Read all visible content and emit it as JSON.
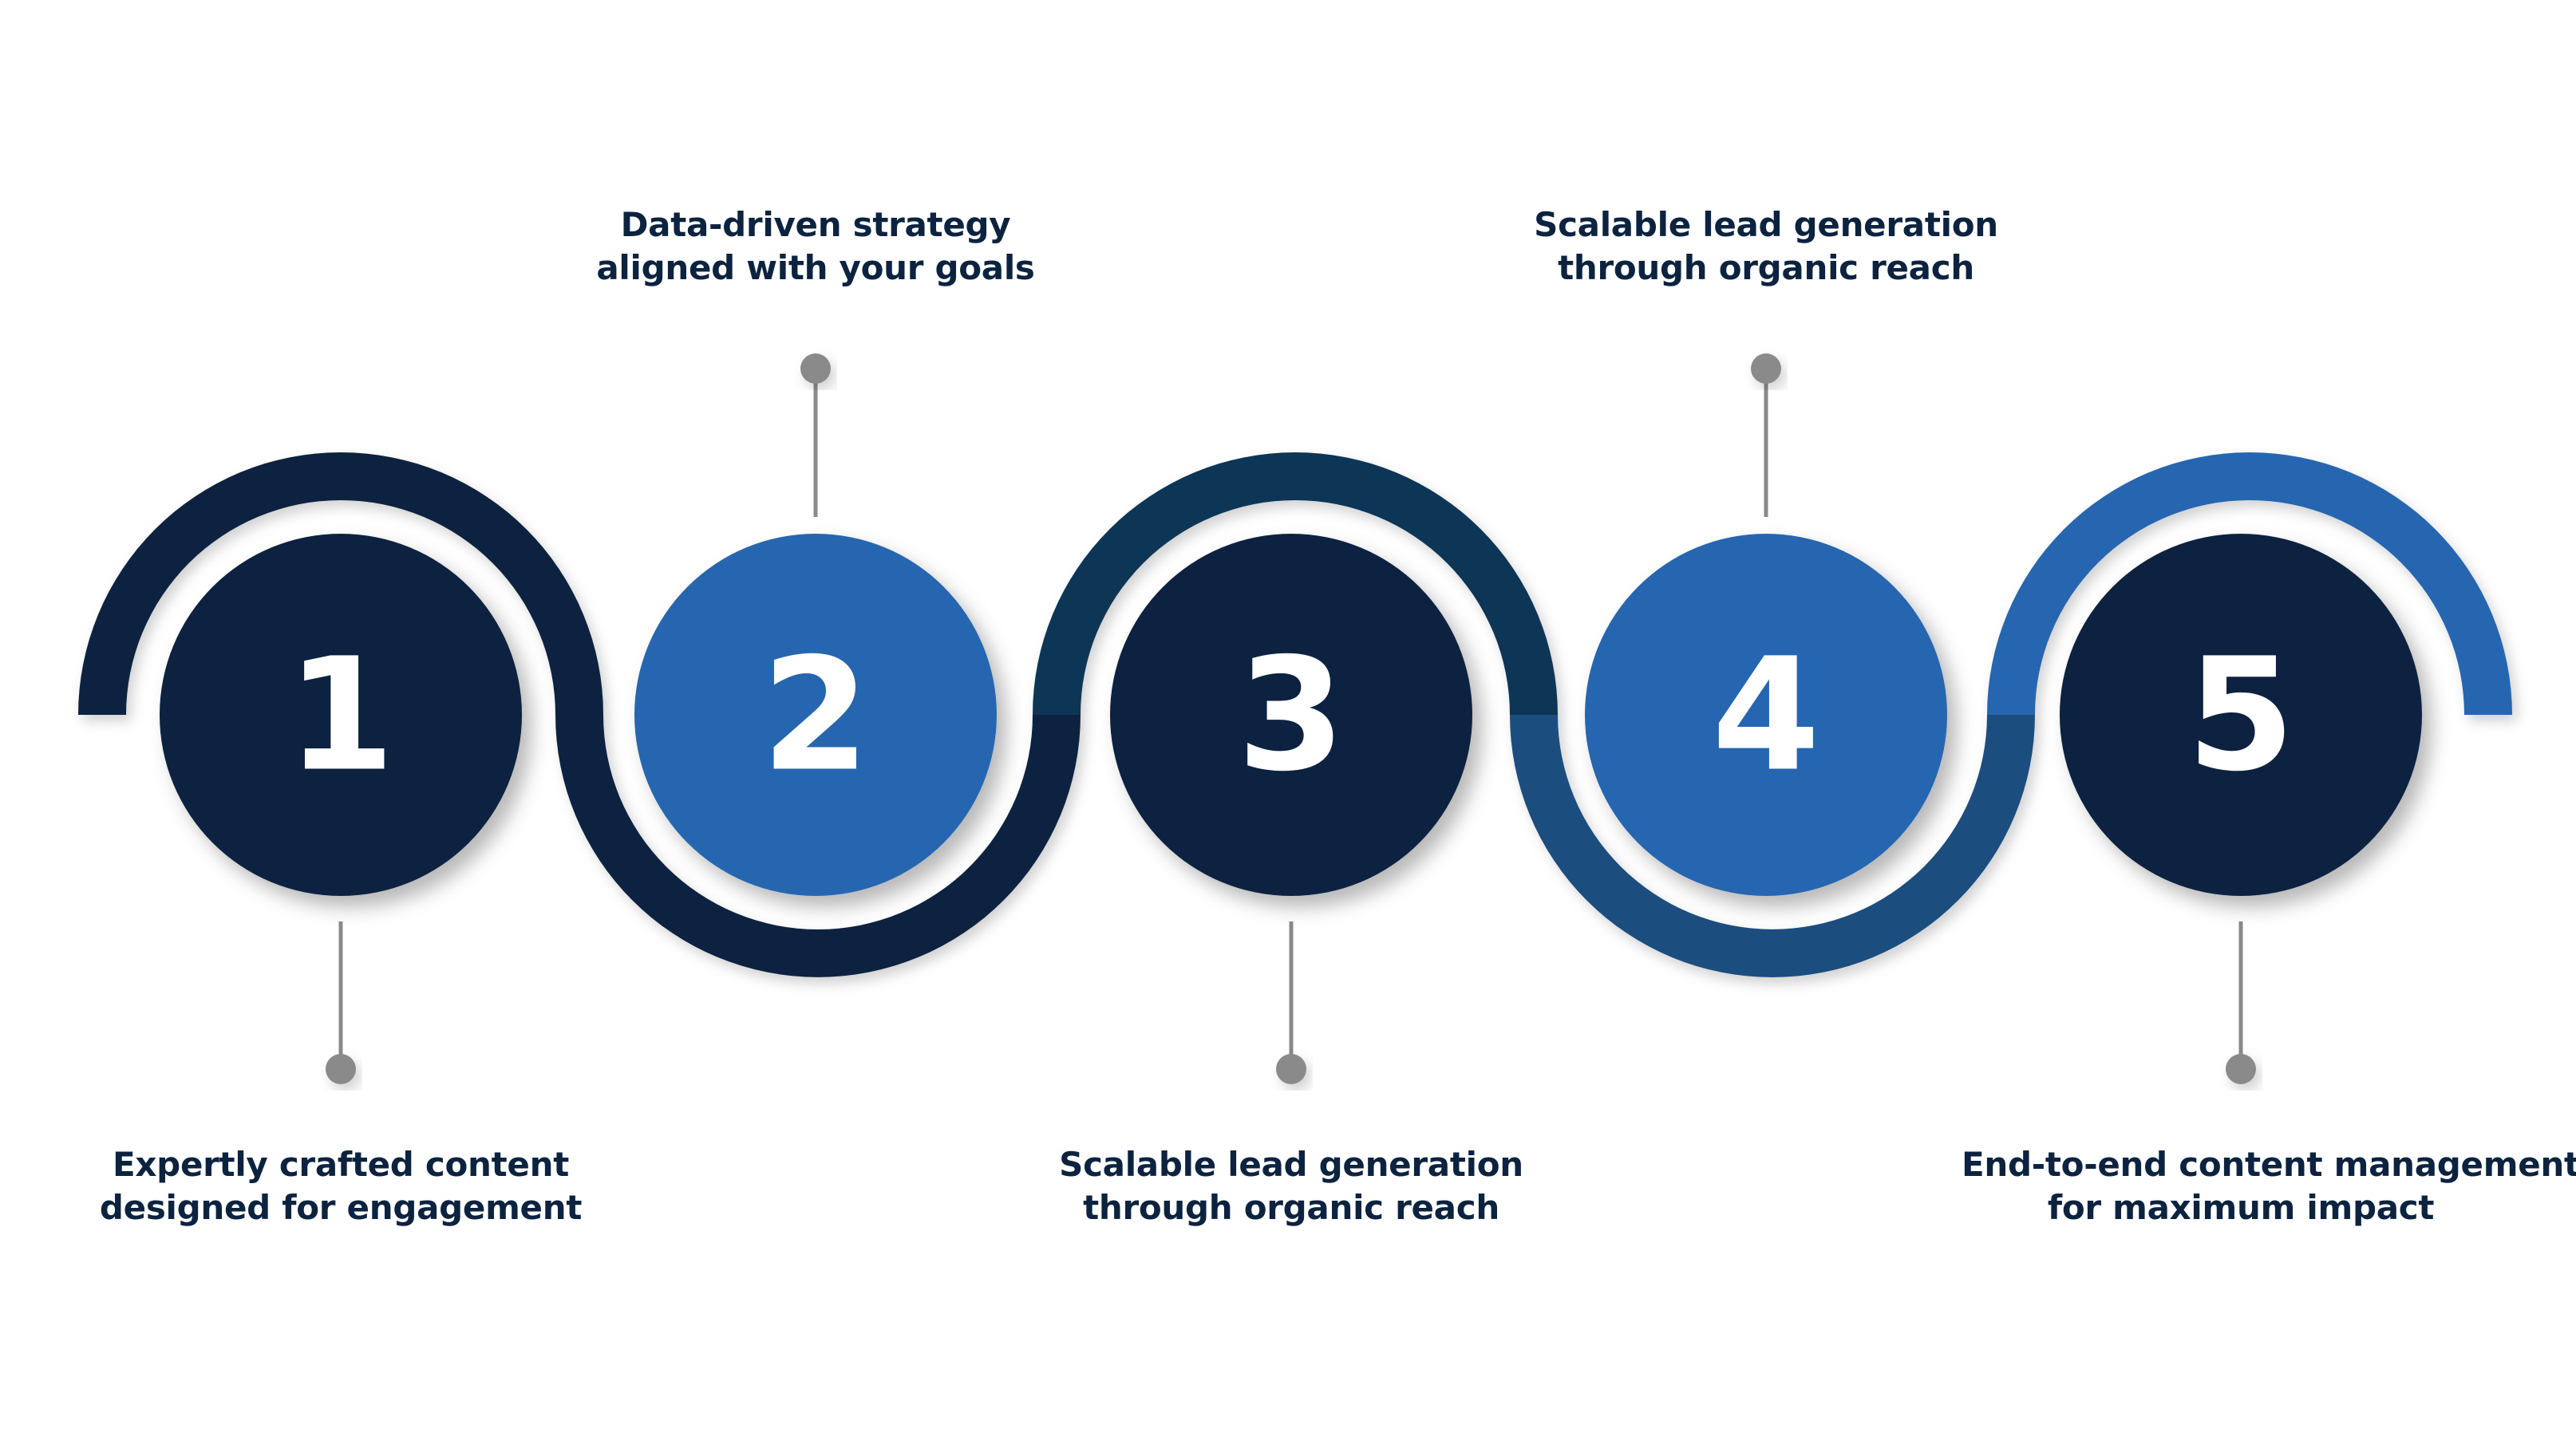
{
  "colors": {
    "dark_navy": "#0c2340",
    "mid_navy": "#0b3556",
    "steel_blue": "#1c4d7f",
    "bright_blue": "#2766b0",
    "connector_gray": "#8a8a8a",
    "caption_text": "#0c2340"
  },
  "steps": [
    {
      "number": "1",
      "color": "#0c2340",
      "caption_line1": "Expertly crafted content",
      "caption_line2": "designed for engagement"
    },
    {
      "number": "2",
      "color": "#2766b0",
      "caption_line1": "Data-driven strategy",
      "caption_line2": "aligned with your goals"
    },
    {
      "number": "3",
      "color": "#0c2340",
      "caption_line1": "Scalable lead generation",
      "caption_line2": "through organic reach"
    },
    {
      "number": "4",
      "color": "#2766b0",
      "caption_line1": "Scalable lead generation",
      "caption_line2": "through organic reach"
    },
    {
      "number": "5",
      "color": "#0c2340",
      "caption_line1": "End-to-end content management",
      "caption_line2": "for maximum impact"
    }
  ]
}
